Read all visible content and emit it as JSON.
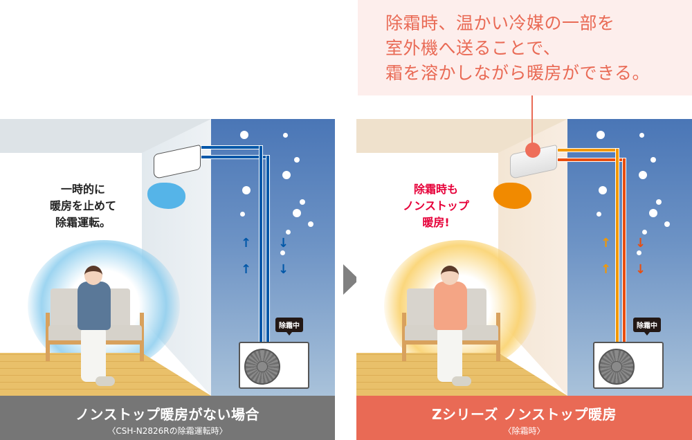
{
  "callout": {
    "lines": [
      "除霜時、温かい冷媒の一部を",
      "室外機へ送ることで、",
      "霜を溶かしながら暖房ができる。"
    ]
  },
  "left_panel": {
    "caption_lines": [
      "一時的に",
      "暖房を止めて",
      "除霜運転。"
    ],
    "badge": "除霜中",
    "footer_title": "ノンストップ暖房がない場合",
    "footer_sub": "〈CSH-N2826Rの除霜運転時〉",
    "colors": {
      "pipe": "#0057a8",
      "footer": "#767676",
      "glow": "#8ccdee",
      "puddle": "#55b4e8"
    },
    "arrows": {
      "up": "↑",
      "down": "↓"
    }
  },
  "right_panel": {
    "caption_lines": [
      "除霜時も",
      "ノンストップ",
      "暖房!"
    ],
    "badge": "除霜中",
    "footer_title": "Zシリーズ ノンストップ暖房",
    "footer_sub": "〈除霜時〉",
    "colors": {
      "pipe_warm": "#f39800",
      "pipe_hot": "#e94e0f",
      "footer": "#e96a55",
      "glow": "#fad26e",
      "puddle": "#f18a00",
      "caption": "#e60039"
    },
    "arrows": {
      "up": "↑",
      "down": "↓"
    }
  },
  "transition_icon": "triangle-right-icon"
}
